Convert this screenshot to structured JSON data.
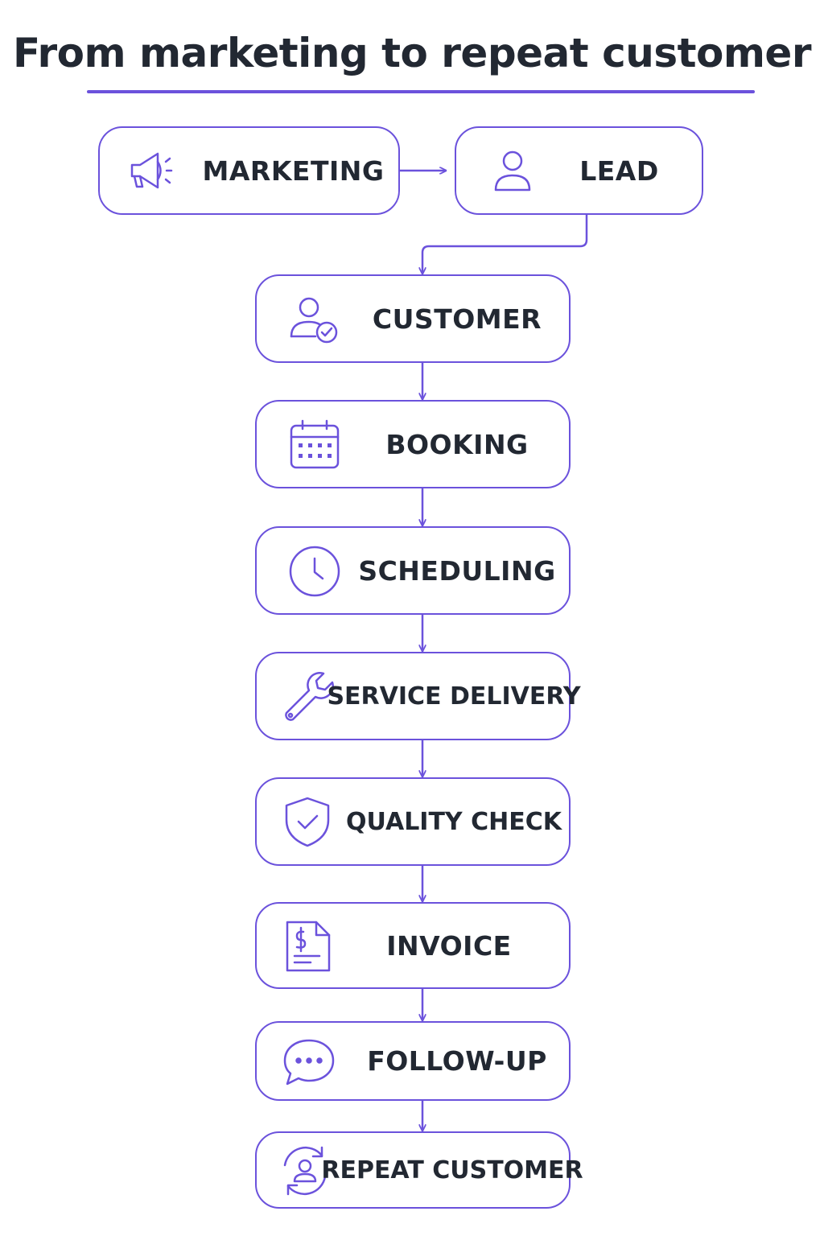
{
  "title": "From marketing to repeat customer",
  "colors": {
    "accent": "#6b52dc",
    "text": "#222832",
    "background": "#ffffff"
  },
  "steps": [
    {
      "label": "MARKETING",
      "icon": "megaphone-icon"
    },
    {
      "label": "LEAD",
      "icon": "user-icon"
    },
    {
      "label": "CUSTOMER",
      "icon": "user-check-icon"
    },
    {
      "label": "BOOKING",
      "icon": "calendar-icon"
    },
    {
      "label": "SCHEDULING",
      "icon": "clock-icon"
    },
    {
      "label": "SERVICE DELIVERY",
      "icon": "wrench-icon"
    },
    {
      "label": "QUALITY CHECK",
      "icon": "shield-check-icon"
    },
    {
      "label": "INVOICE",
      "icon": "invoice-icon"
    },
    {
      "label": "FOLLOW-UP",
      "icon": "chat-bubble-icon"
    },
    {
      "label": "REPEAT CUSTOMER",
      "icon": "user-refresh-icon"
    }
  ]
}
